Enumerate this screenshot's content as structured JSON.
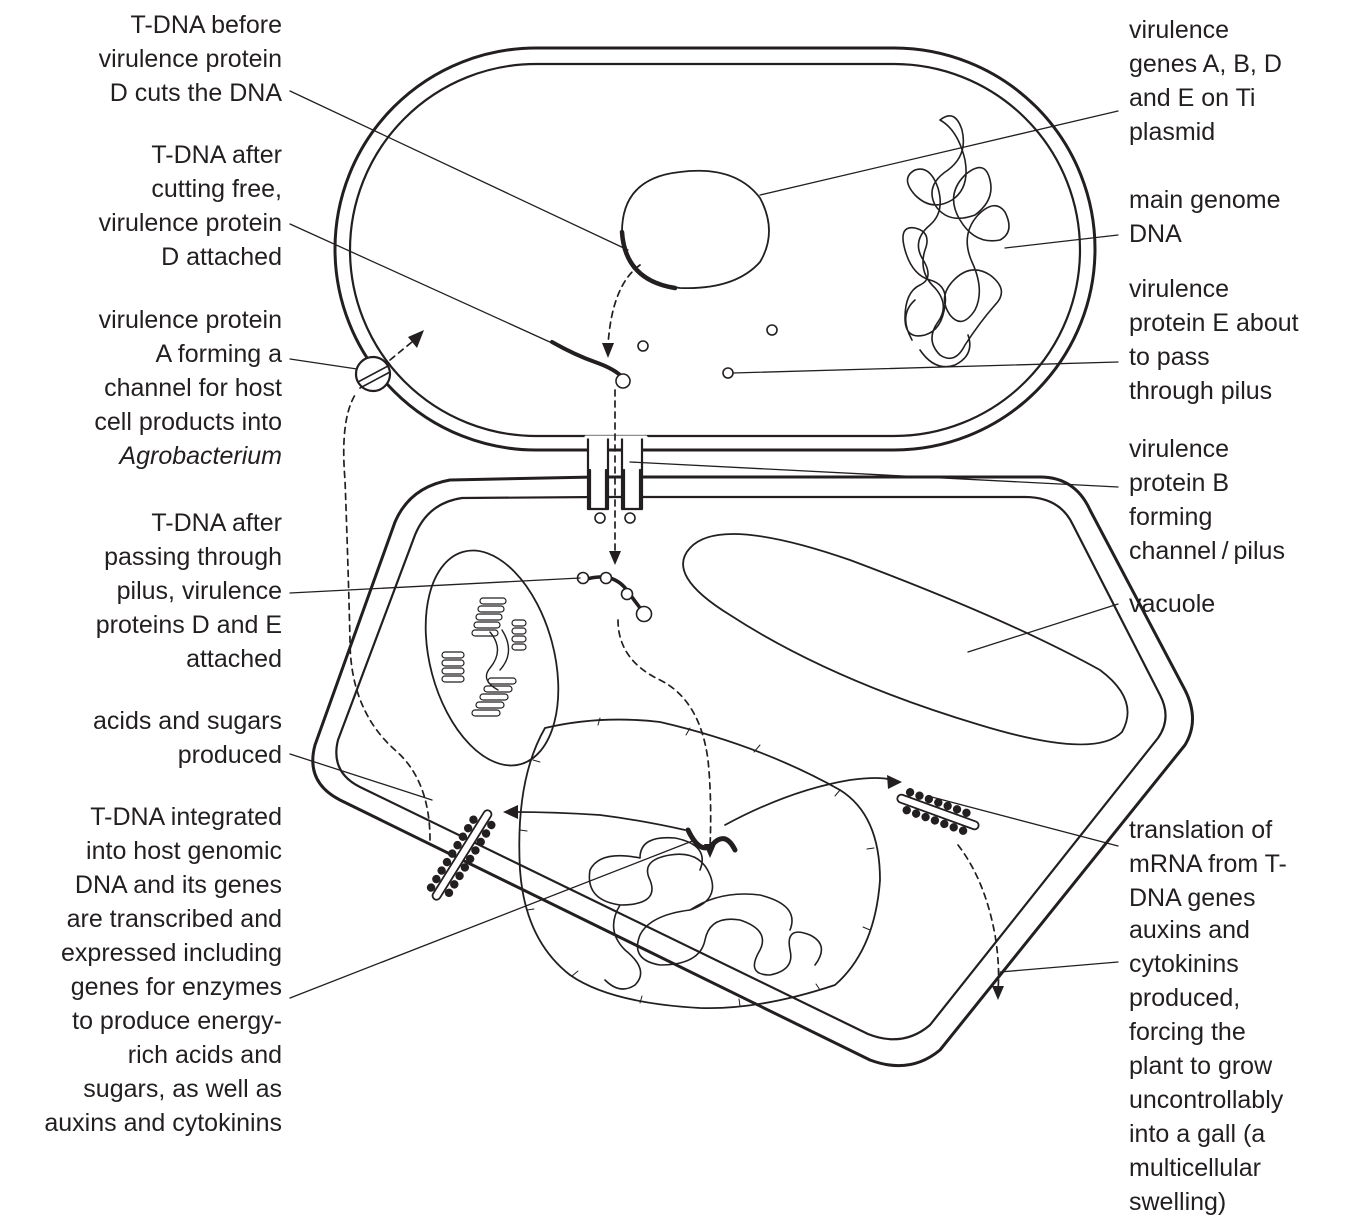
{
  "labels": {
    "left": [
      {
        "id": "tdna-before",
        "lines": [
          "T-DNA before",
          "virulence protein",
          "D cuts the DNA"
        ]
      },
      {
        "id": "tdna-after-cut",
        "lines": [
          "T-DNA after",
          "cutting free,",
          "virulence protein",
          "D attached"
        ]
      },
      {
        "id": "vir-a",
        "lines": [
          "virulence protein",
          "A forming a",
          "channel for host",
          "cell products into"
        ],
        "italic_line": "Agrobacterium"
      },
      {
        "id": "tdna-after-pilus",
        "lines": [
          "T-DNA after",
          "passing through",
          "pilus, virulence",
          "proteins D and E",
          "attached"
        ]
      },
      {
        "id": "acids-sugars",
        "lines": [
          "acids and sugars",
          "produced"
        ]
      },
      {
        "id": "tdna-integrated",
        "lines": [
          "T-DNA integrated",
          "into host genomic",
          "DNA and its genes",
          "are transcribed and",
          "expressed including",
          "genes for enzymes",
          "to produce energy-",
          "rich acids and",
          "sugars, as well as",
          "auxins and cytokinins"
        ]
      }
    ],
    "right": [
      {
        "id": "vir-genes",
        "lines": [
          "virulence",
          "genes A, B, D",
          "and E on Ti",
          "plasmid"
        ]
      },
      {
        "id": "main-genome",
        "lines": [
          "main genome",
          "DNA"
        ]
      },
      {
        "id": "vir-e",
        "lines": [
          "virulence",
          "protein E about",
          "to pass",
          "through pilus"
        ]
      },
      {
        "id": "vir-b",
        "lines": [
          "virulence",
          "protein B",
          "forming",
          "channel / pilus"
        ]
      },
      {
        "id": "vacuole",
        "lines": [
          "vacuole"
        ]
      },
      {
        "id": "translation",
        "lines": [
          "translation of",
          "mRNA from T-",
          "DNA genes"
        ]
      },
      {
        "id": "auxins",
        "lines": [
          "auxins and",
          "cytokinins",
          "produced,",
          "forcing the",
          "plant to grow",
          "uncontrollably",
          "into a gall (a",
          "multicellular",
          "swelling)"
        ]
      }
    ]
  }
}
